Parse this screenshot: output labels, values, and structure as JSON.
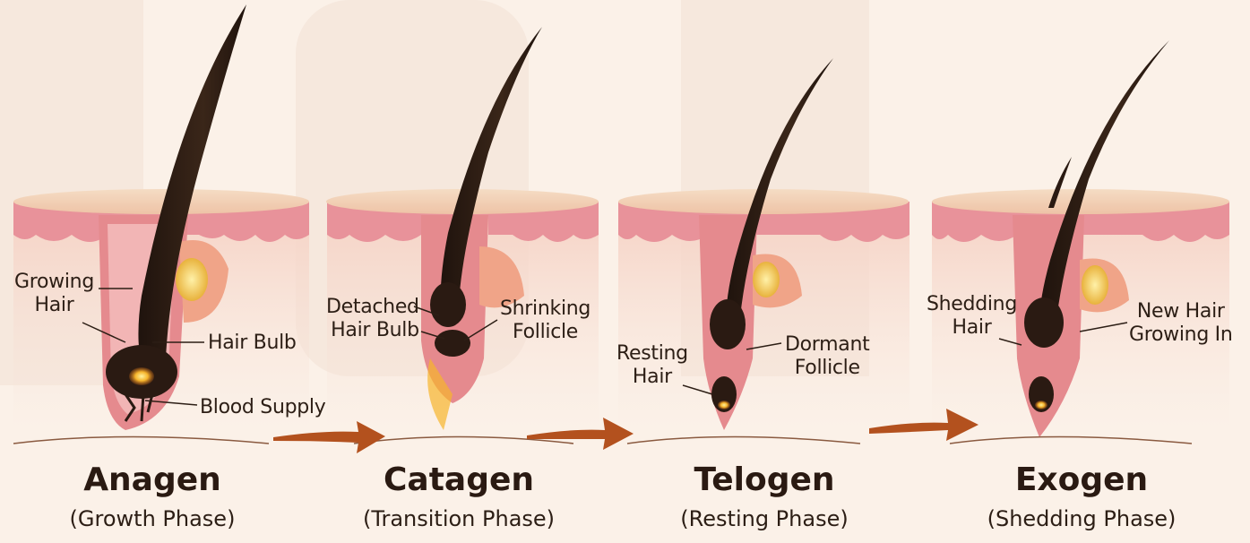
{
  "colors": {
    "background": "#fbf1e8",
    "skin_top": "#f3d2b6",
    "skin_layer": "#e8929a",
    "dermis": "#f3c9bc",
    "hair": "#2a1a12",
    "bulb_glow": "#f6b52c",
    "arrow": "#b3511e"
  },
  "stages": [
    {
      "name": "Anagen",
      "phase": "(Growth Phase)",
      "labels": {
        "growing_hair": "Growing\nHair",
        "hair_bulb": "Hair Bulb",
        "blood_supply": "Blood Supply"
      }
    },
    {
      "name": "Catagen",
      "phase": "(Transition Phase)",
      "labels": {
        "detached_hair_bulb": "Detached\nHair Bulb",
        "shrinking_follicle": "Shrinking\nFollicle"
      }
    },
    {
      "name": "Telogen",
      "phase": "(Resting Phase)",
      "labels": {
        "resting_hair": "Resting\nHair",
        "dormant_follicle": "Dormant\nFollicle"
      }
    },
    {
      "name": "Exogen",
      "phase": "(Shedding Phase)",
      "labels": {
        "shedding_hair": "Shedding\nHair",
        "new_hair_growing_in": "New Hair\nGrowing In"
      }
    }
  ],
  "arrows": [
    "arrow-right-icon",
    "arrow-right-icon",
    "arrow-right-icon"
  ]
}
